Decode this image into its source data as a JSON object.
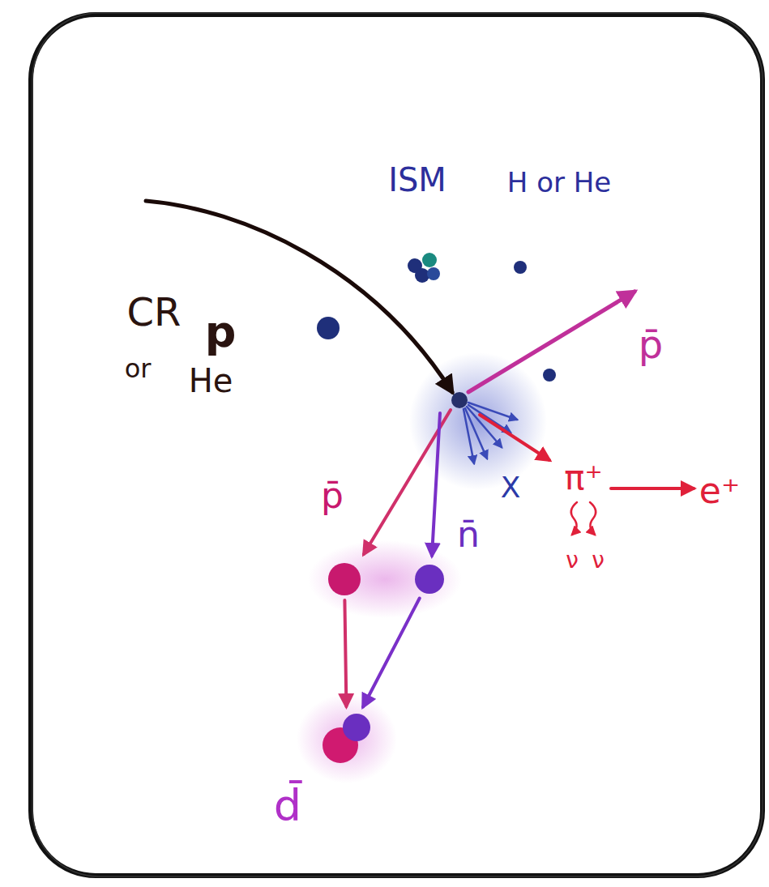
{
  "diagram": {
    "nodes": [
      {
        "text": [
          "p̄"
        ]
      },
      {
        "text": [
          "n̄"
        ]
      },
      {
        "text": [
          "d̄"
        ]
      }
    ],
    "edges": [
      {
        "from": 0,
        "to": 2,
        "arrow": "to"
      },
      {
        "from": 1,
        "to": 2,
        "arrow": "to"
      }
    ],
    "labels": [
      "ISM",
      "H or He",
      "CR",
      "p",
      "or",
      "He",
      "p̄",
      "X",
      "π⁺",
      "e⁺",
      "ν",
      "ν"
    ]
  }
}
